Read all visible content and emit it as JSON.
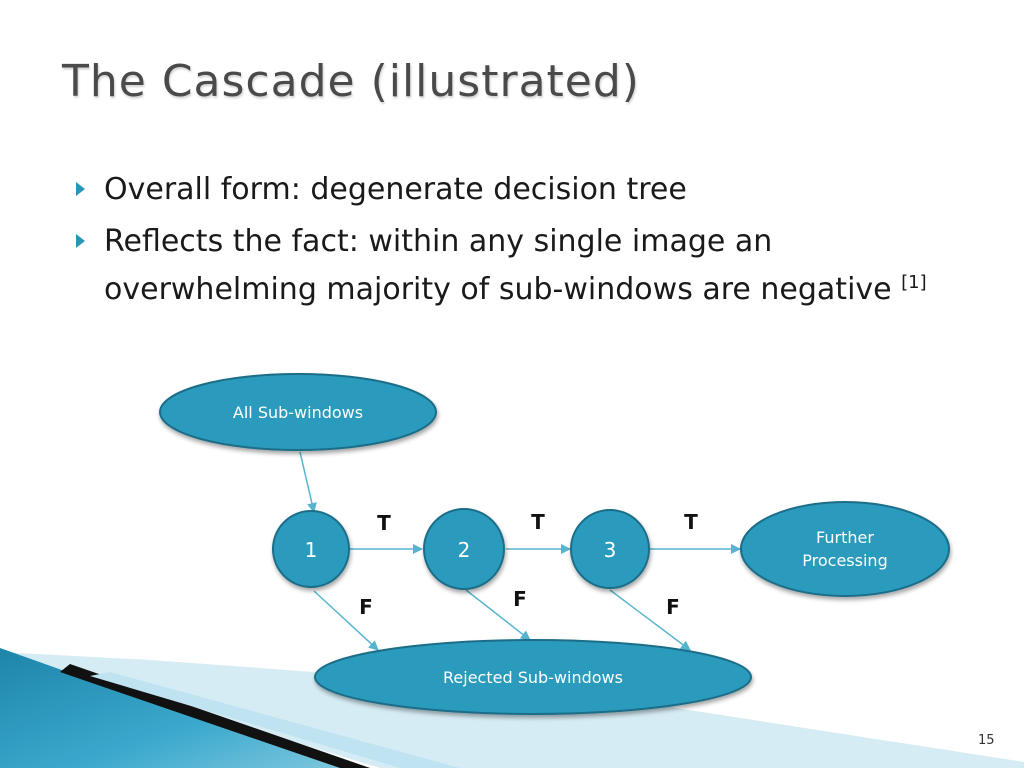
{
  "slide": {
    "title": "The Cascade (illustrated)",
    "bullets": [
      {
        "text": "Overall form: degenerate decision tree",
        "citation": ""
      },
      {
        "text": "Reflects the fact: within any single image an overwhelming majority of sub-windows are negative ",
        "citation": "[1]"
      }
    ],
    "page_number": "15"
  },
  "diagram": {
    "start_node": "All Sub-windows",
    "stages": [
      "1",
      "2",
      "3"
    ],
    "accept_node": [
      "Further",
      "Processing"
    ],
    "reject_node": "Rejected Sub-windows",
    "true_label": "T",
    "false_label": "F"
  },
  "colors": {
    "node_fill": "#2b9bbd",
    "node_border": "#1a6d88",
    "arrow": "#55b5d0",
    "title_text": "#4a4a4a",
    "body_text": "#1a1a1a",
    "bullet_marker": "#2a96b5",
    "corner_band_light": "#cfe9f3",
    "corner_band_dark": "#1e84aa",
    "corner_stripe": "#111111"
  }
}
